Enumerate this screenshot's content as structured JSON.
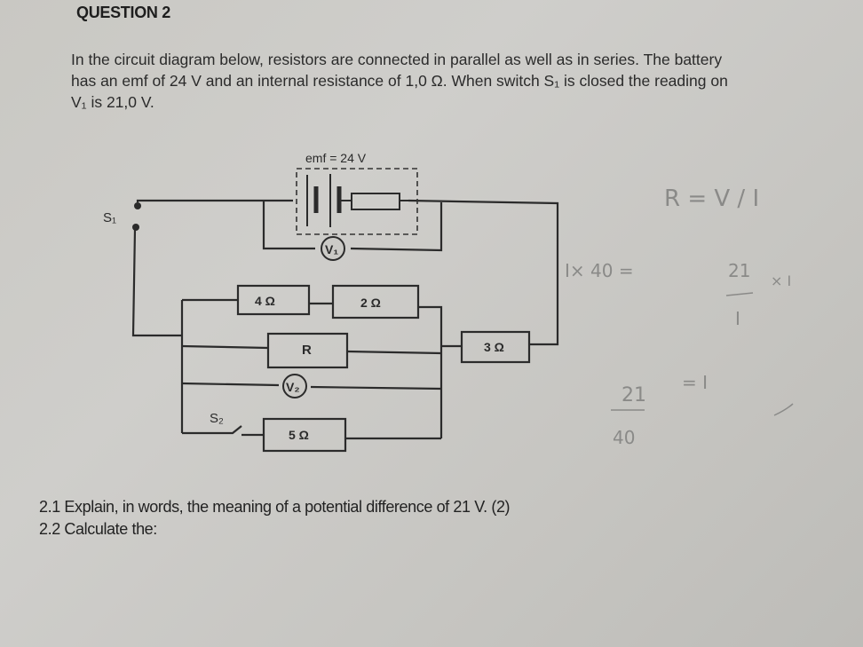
{
  "question": {
    "title": "QUESTION 2",
    "intro_lines": [
      "In the circuit diagram below, resistors are connected in parallel as well as in series. The battery",
      "has an emf of 24 V and an internal resistance of 1,0 Ω. When switch S₁ is closed the reading on",
      "V₁ is 21,0 V."
    ]
  },
  "circuit": {
    "battery_label": "emf = 24 V",
    "switch_1": "S₁",
    "switch_2": "S₂",
    "voltmeter_1": "V₁",
    "voltmeter_2": "V₂",
    "resistors": {
      "r4": "4 Ω",
      "r2": "2 Ω",
      "rR": "R",
      "r3": "3 Ω",
      "r5": "5 Ω"
    }
  },
  "handwriting": {
    "line1": "R = V / I",
    "line2_left": "I×  40  =",
    "line2_frac_num": "21",
    "line2_frac_den": "I",
    "line2_right": "× I",
    "line3_num": "21",
    "line3_den": "40",
    "line3_eq": "=  I"
  },
  "subquestions": [
    "2.1 Explain, in words, the meaning of a potential difference of 21 V. (2)",
    "2.2 Calculate the:"
  ]
}
